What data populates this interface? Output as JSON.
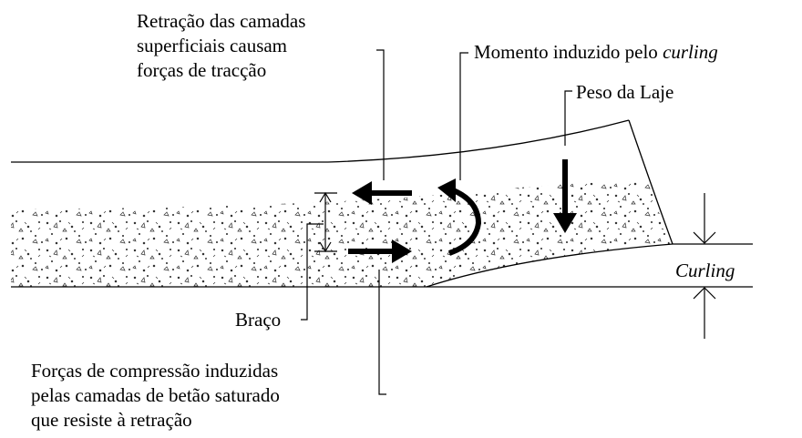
{
  "labels": {
    "tension_l1": "Retração das camadas",
    "tension_l2": "superficiais causam",
    "tension_l3": "forças de tracção",
    "moment_prefix": "Momento induzido pelo ",
    "moment_term": "curling",
    "weight": "Peso da Laje",
    "curling": "Curling",
    "arm": "Braço",
    "compression_l1": "Forças de compressão induzidas",
    "compression_l2": "pelas camadas de betão saturado",
    "compression_l3": "que resiste à retração"
  },
  "colors": {
    "line": "#000000",
    "background": "#ffffff",
    "speckle": "#333333"
  }
}
